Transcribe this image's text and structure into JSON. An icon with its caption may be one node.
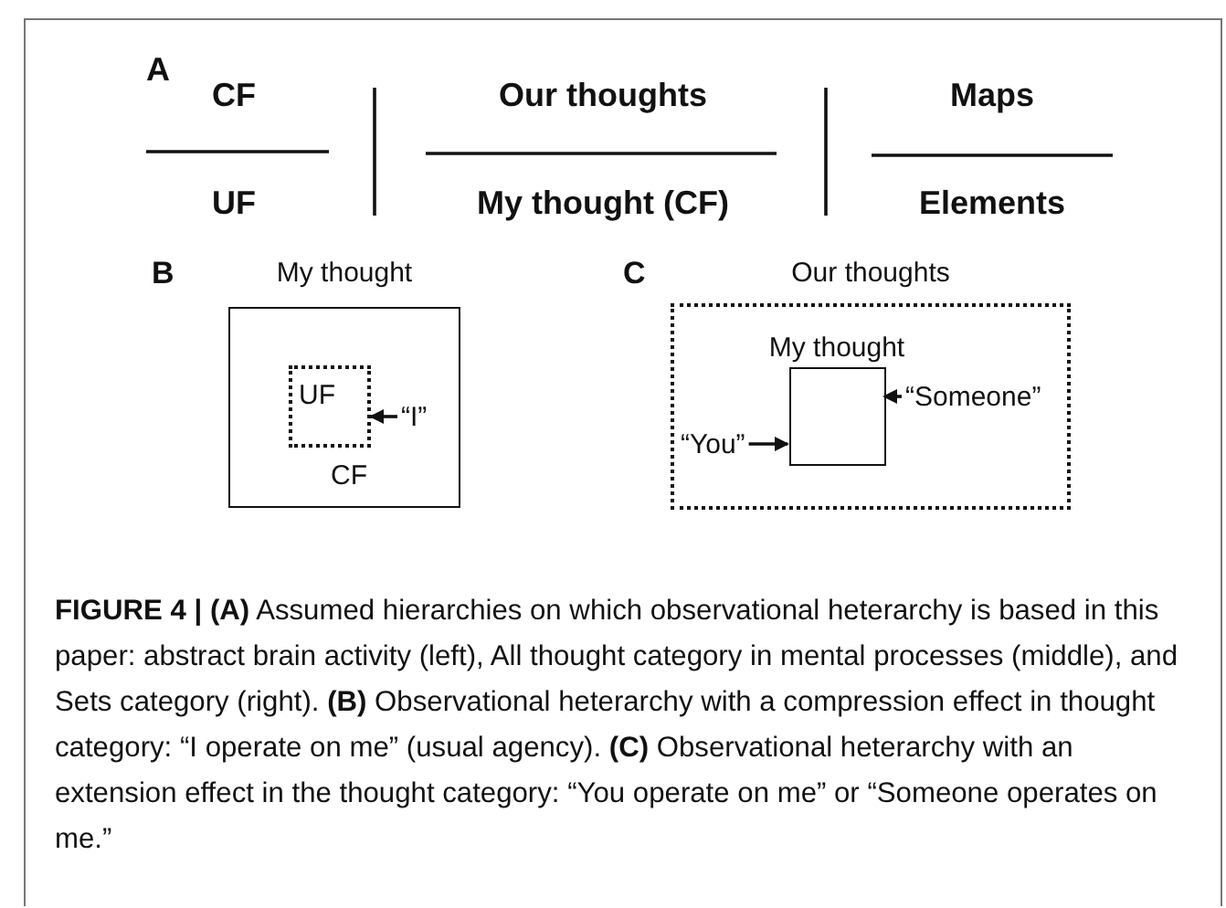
{
  "diagram": {
    "caption": "**FIGURE 4 | (A)** Assumed hierarchies on which observational heterarchy is based in this paper: abstract brain activity (left), All thought category in mental processes (middle), and Sets category (right). **(B)** Observational heterarchy with a compression effect in thought category: “I operate on me” (usual agency). **(C)** Observational heterarchy with an extension effect in the thought category: “You operate on me” or “Someone operates on me.”",
    "nodes": [
      {
        "text": [
          "My thought",
          "CF"
        ]
      },
      {
        "text": [
          "UF"
        ],
        "in": 0
      },
      {
        "text": [
          "“I”"
        ],
        "in": 0
      },
      {
        "text": [
          "Our thoughts"
        ]
      },
      {
        "text": [
          "My thought"
        ],
        "in": 3
      },
      {
        "text": [
          "“You”"
        ],
        "in": 3
      },
      {
        "text": [
          "“Someone”"
        ],
        "in": 3
      }
    ],
    "edges": [
      {
        "from": 2,
        "to": 1,
        "arrow": "to"
      },
      {
        "from": 5,
        "to": 4,
        "arrow": "to"
      },
      {
        "from": 6,
        "to": 4,
        "arrow": "to"
      }
    ],
    "labels": [
      "A",
      "CF",
      "UF",
      "Our thoughts",
      "My thought (CF)",
      "Maps",
      "Elements",
      "B",
      "C"
    ]
  }
}
